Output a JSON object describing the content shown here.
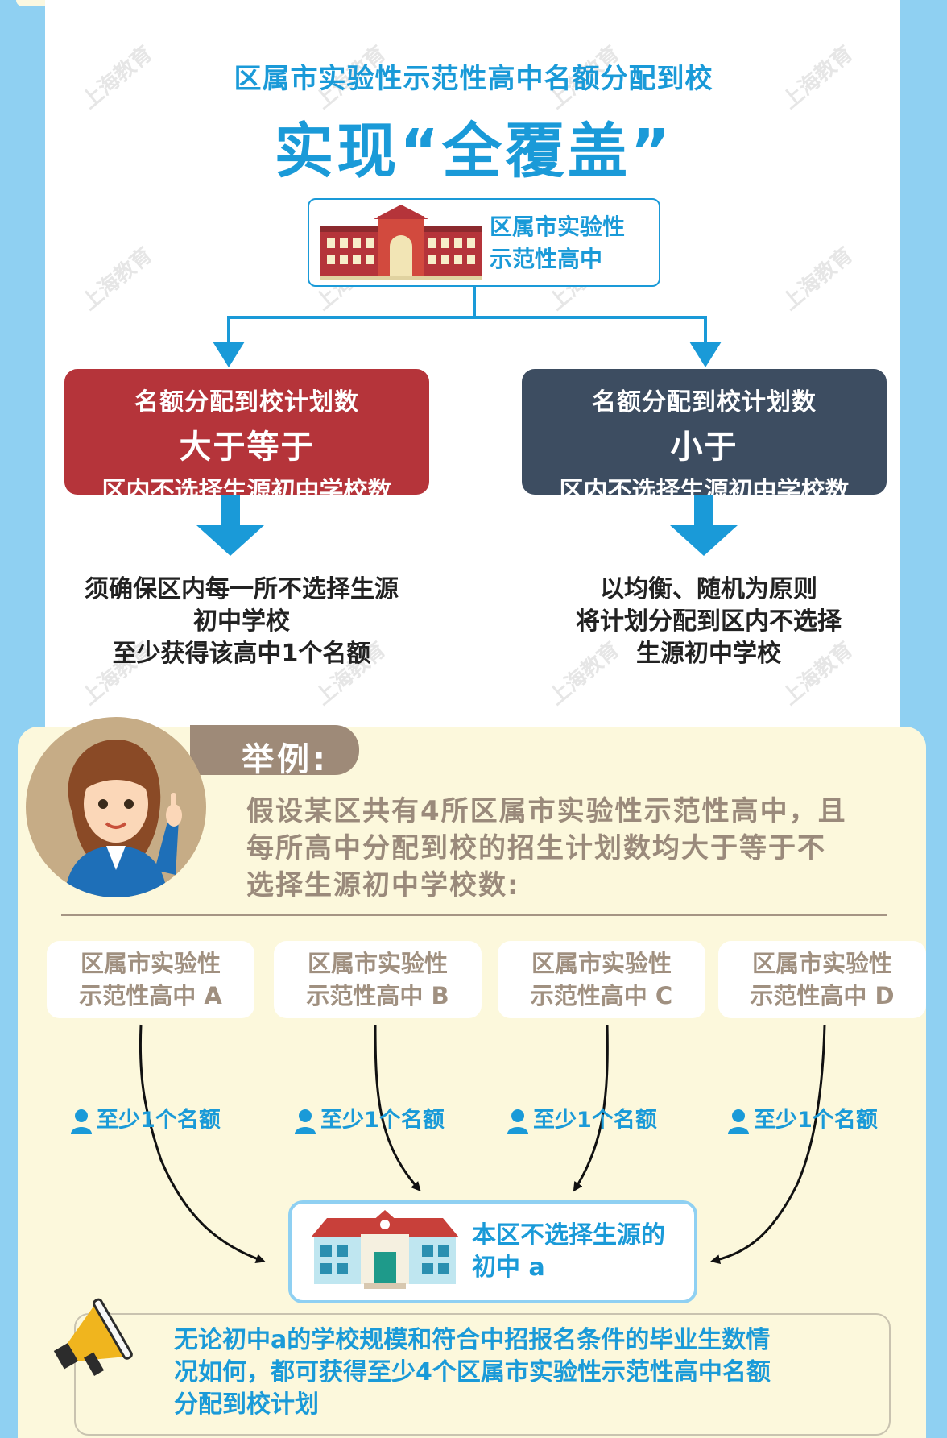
{
  "subtitle": "区属市实验性示范性高中名额分配到校",
  "main_title": "实现“全覆盖”",
  "top_node": {
    "line1": "区属市实验性",
    "line2": "示范性高中"
  },
  "left_box": {
    "line1": "名额分配到校计划数",
    "line2": "大于等于",
    "line3": "区内不选择生源初中学校数"
  },
  "right_box": {
    "line1": "名额分配到校计划数",
    "line2": "小于",
    "line3": "区内不选择生源初中学校数"
  },
  "left_result": {
    "line1": "须确保区内每一所不选择生源",
    "line2": "初中学校",
    "line3": "至少获得该高中1个名额"
  },
  "right_result": {
    "line1": "以均衡、随机为原则",
    "line2": "将计划分配到区内不选择",
    "line3": "生源初中学校"
  },
  "example": {
    "label": "举例:",
    "text_line1": "假设某区共有4所区属市实验性示范性高中，且",
    "text_line2": "每所高中分配到校的招生计划数均大于等于不",
    "text_line3": "选择生源初中学校数:"
  },
  "schools": [
    {
      "line1": "区属市实验性",
      "line2": "示范性高中 A"
    },
    {
      "line1": "区属市实验性",
      "line2": "示范性高中 B"
    },
    {
      "line1": "区属市实验性",
      "line2": "示范性高中 C"
    },
    {
      "line1": "区属市实验性",
      "line2": "示范性高中 D"
    }
  ],
  "quota_label": "至少1个名额",
  "target": {
    "line1": "本区不选择生源的",
    "line2": "初中 a"
  },
  "note": {
    "line1": "无论初中a的学校规模和符合中招报名条件的毕业生数情",
    "line2": "况如何，都可获得至少4个区属市实验性示范性高中名额",
    "line3": "分配到校计划"
  },
  "watermark": "上海教育",
  "colors": {
    "accent": "#1a9ad8",
    "red_box": "#b5343a",
    "dark_box": "#3d4d61",
    "cream": "#fcf8dc",
    "brown": "#9e8a78"
  },
  "icons": [
    "school-building-icon",
    "arrow-down-icon",
    "person-icon",
    "teacher-avatar-icon",
    "megaphone-icon"
  ]
}
